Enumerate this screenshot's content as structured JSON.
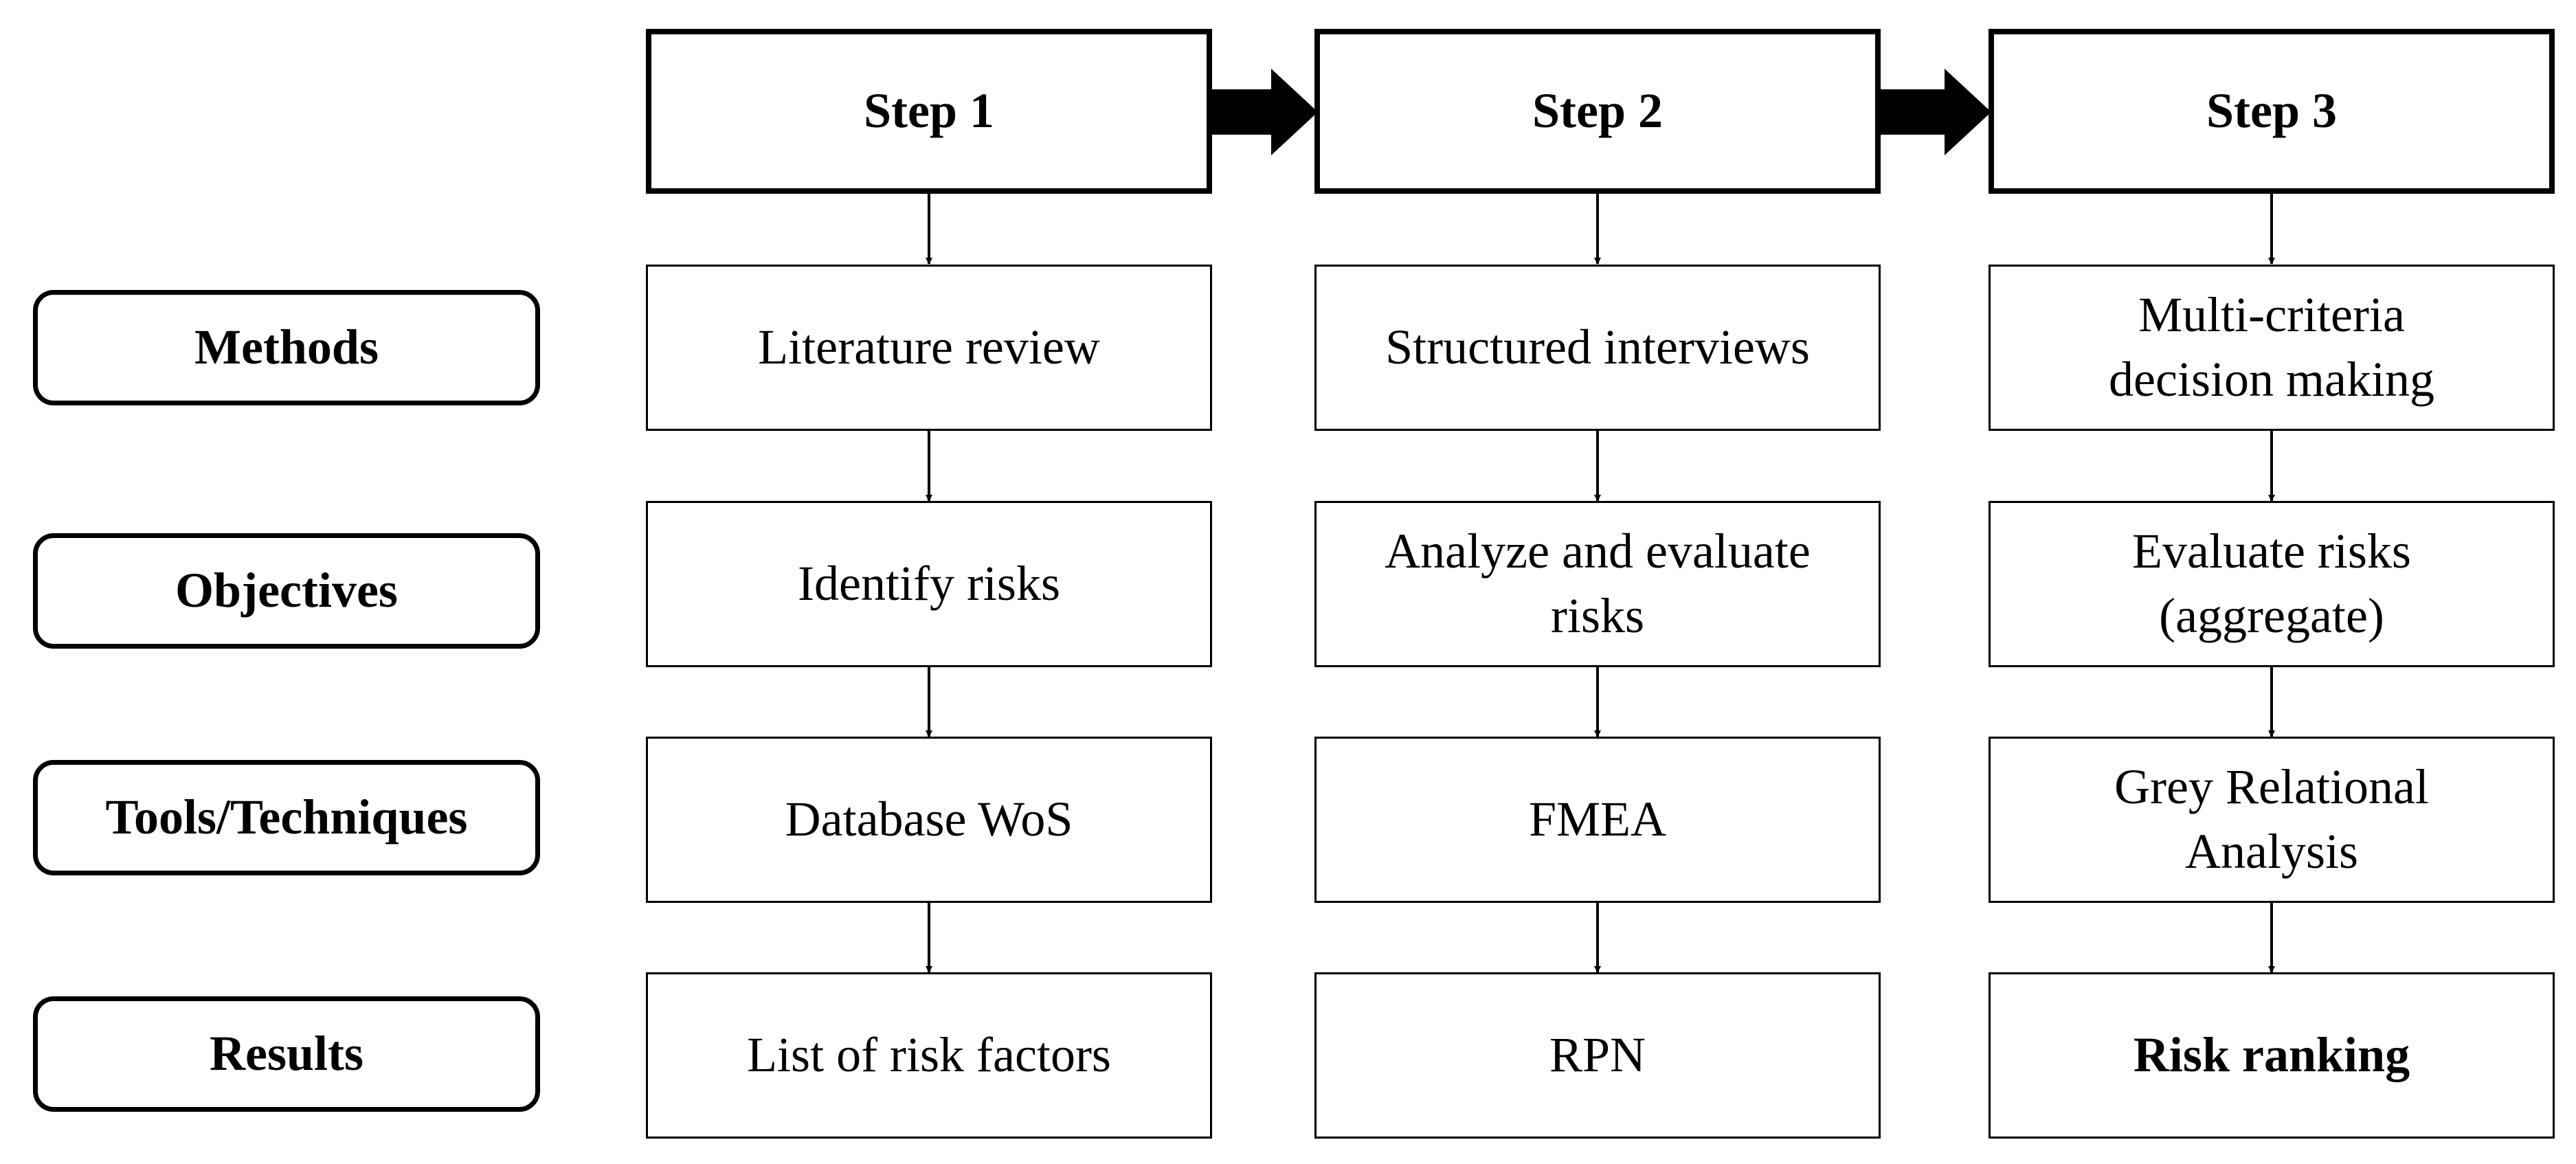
{
  "steps": [
    {
      "label": "Step 1"
    },
    {
      "label": "Step 2"
    },
    {
      "label": "Step 3"
    }
  ],
  "row_labels": [
    {
      "label": "Methods"
    },
    {
      "label": "Objectives"
    },
    {
      "label": "Tools/Techniques"
    },
    {
      "label": "Results"
    }
  ],
  "columns": [
    {
      "methods": "Literature review",
      "objectives": "Identify risks",
      "tools": "Database WoS",
      "results": "List of risk factors"
    },
    {
      "methods": "Structured interviews",
      "objectives": "Analyze and evaluate\nrisks",
      "tools": "FMEA",
      "results": "RPN"
    },
    {
      "methods": "Multi-criteria\ndecision making",
      "objectives": "Evaluate risks\n(aggregate)",
      "tools": "Grey Relational\nAnalysis",
      "results": "Risk ranking"
    }
  ]
}
